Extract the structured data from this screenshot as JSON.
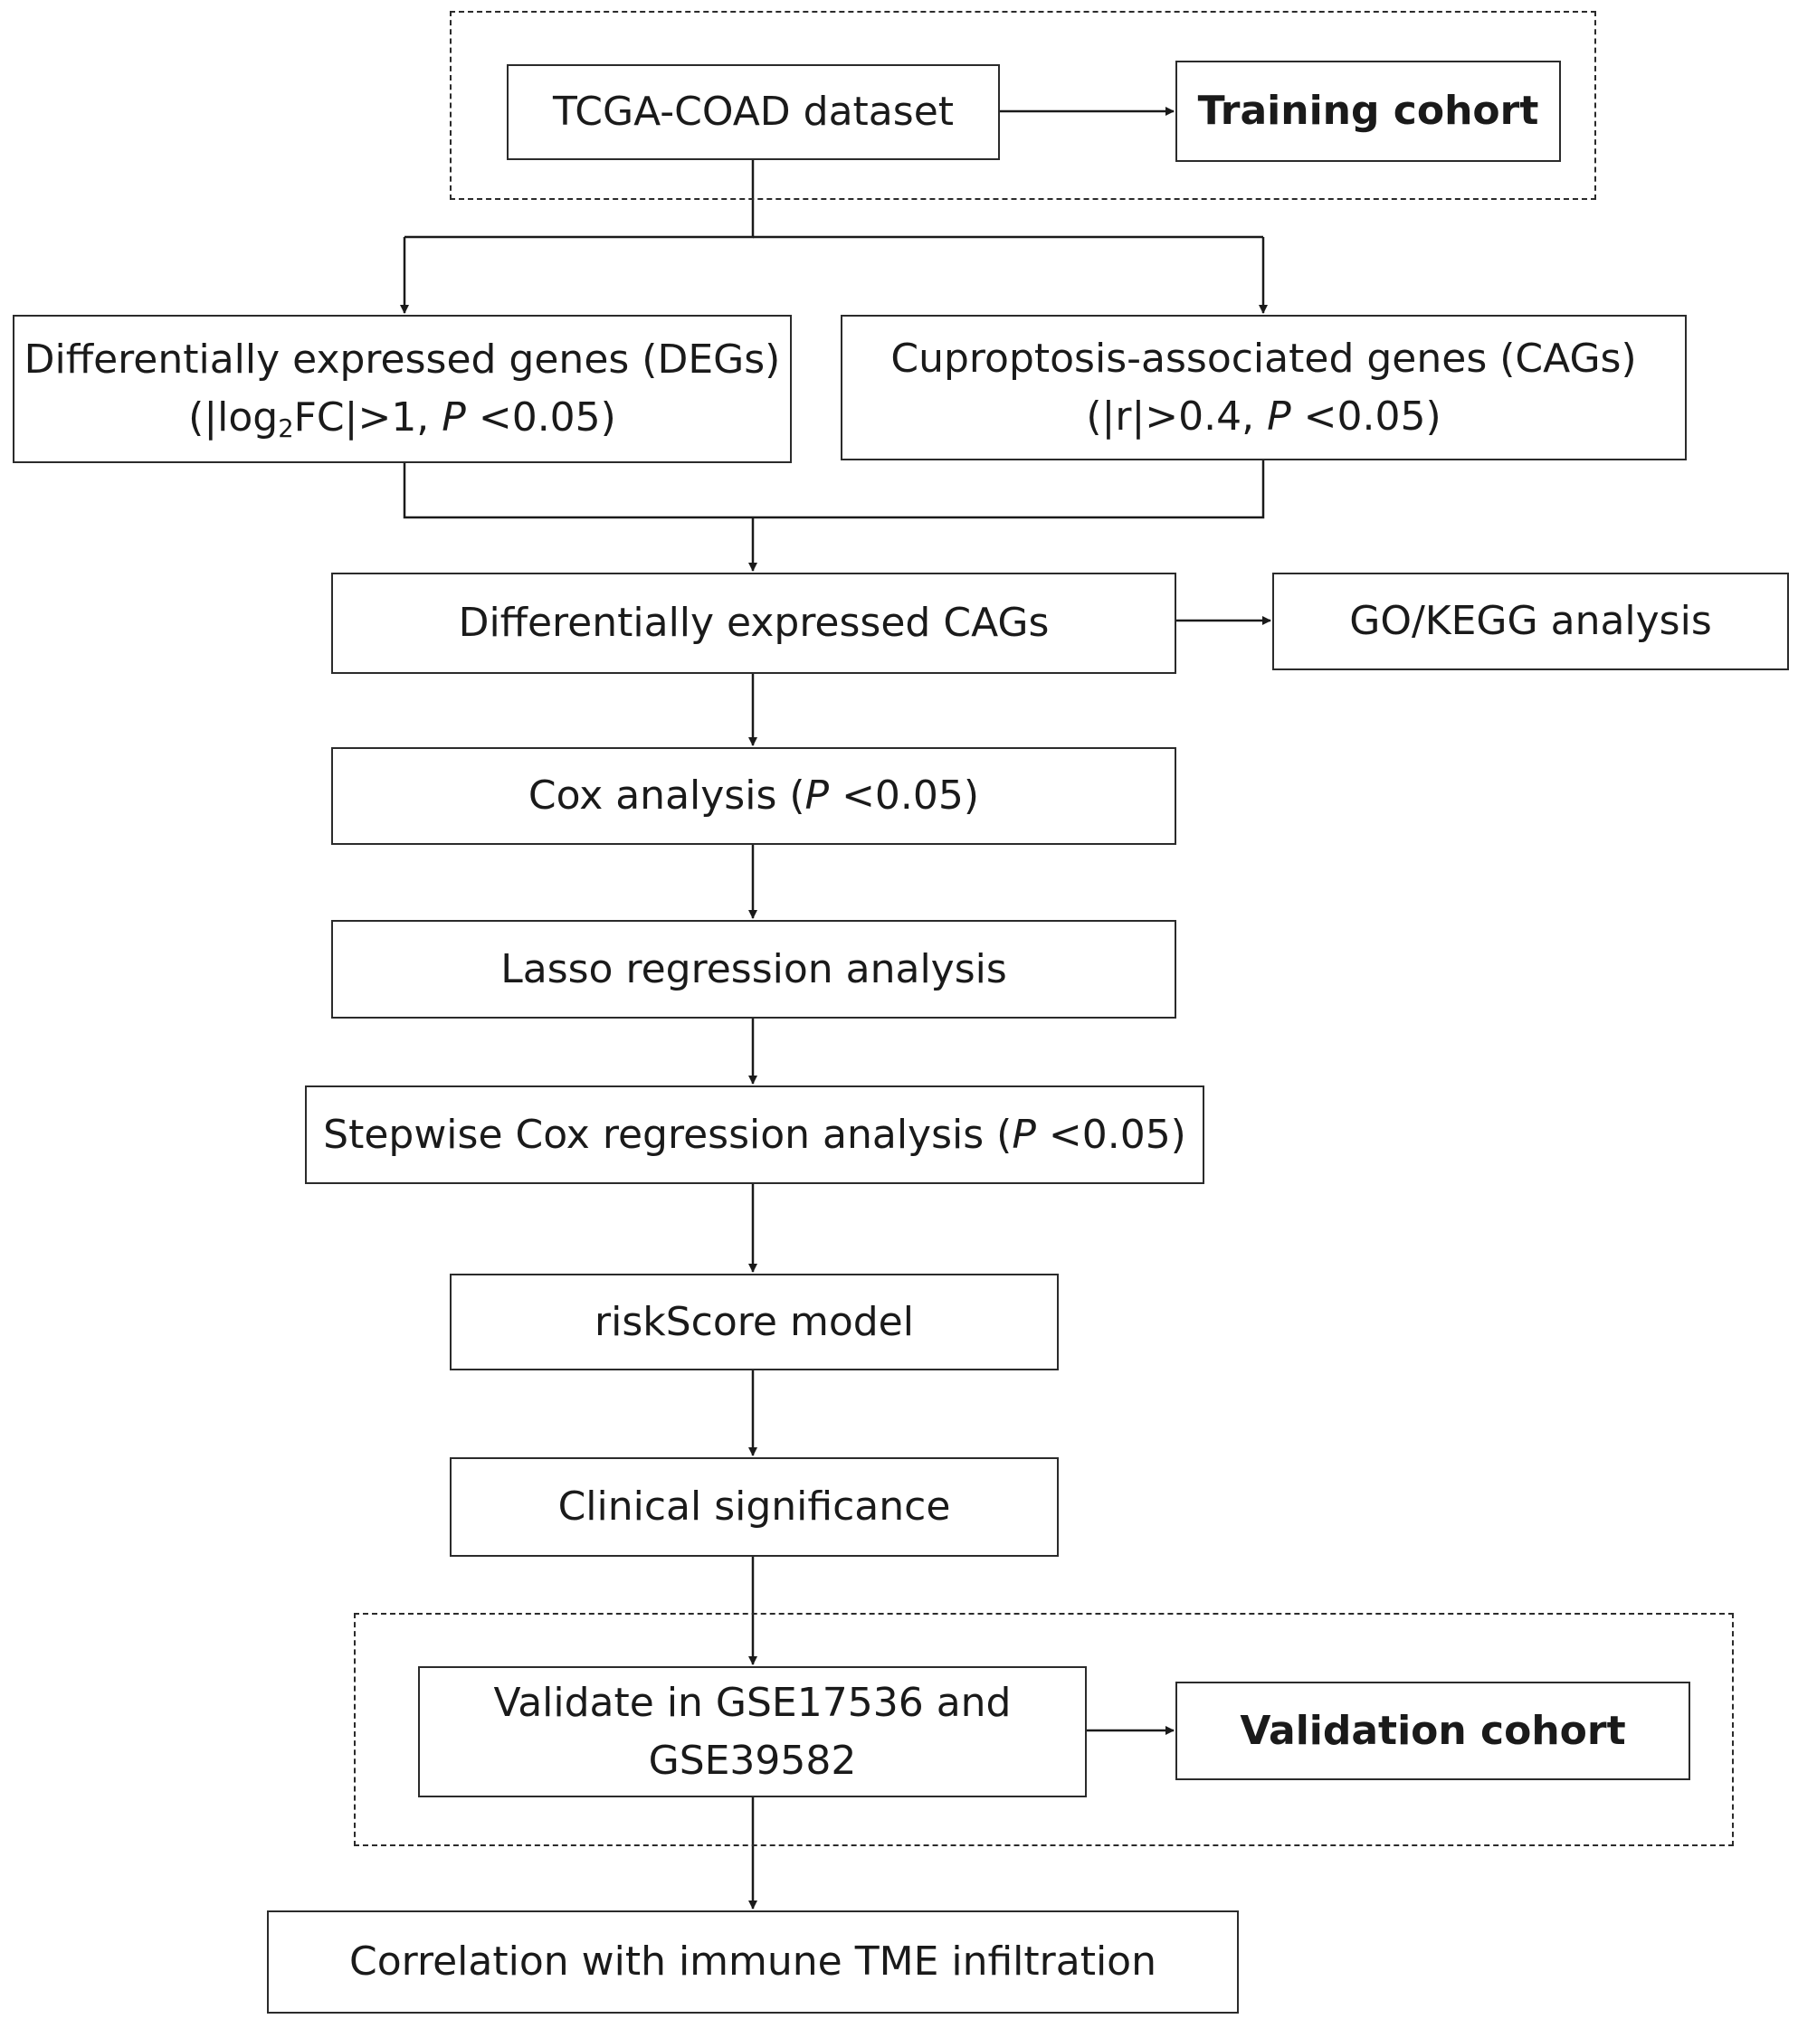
{
  "nodes": {
    "tcga": {
      "text": "TCGA-COAD dataset"
    },
    "training": {
      "text": "Training cohort"
    },
    "degs": {
      "line1": "Differentially expressed genes (DEGs)",
      "line2_pre": "(|log",
      "line2_sub": "2",
      "line2_mid": "FC|>1, ",
      "line2_p": "P",
      "line2_post": " <0.05)"
    },
    "cags": {
      "line1": "Cuproptosis-associated genes (CAGs)",
      "line2_pre": "(|r|>0.4, ",
      "line2_p": "P",
      "line2_post": " <0.05)"
    },
    "decags": {
      "text": "Differentially expressed CAGs"
    },
    "gokegg": {
      "text": "GO/KEGG analysis"
    },
    "cox": {
      "pre": "Cox analysis (",
      "p": "P",
      "post": " <0.05)"
    },
    "lasso": {
      "text": "Lasso regression analysis"
    },
    "stepwise": {
      "pre": "Stepwise Cox regression analysis (",
      "p": "P",
      "post": " <0.05)"
    },
    "riskscore": {
      "text": "riskScore model"
    },
    "clinical": {
      "text": "Clinical significance"
    },
    "validate": {
      "line1": "Validate in GSE17536 and",
      "line2": "GSE39582"
    },
    "validation": {
      "text": "Validation cohort"
    },
    "correlation": {
      "text": "Correlation with immune TME infiltration"
    }
  }
}
